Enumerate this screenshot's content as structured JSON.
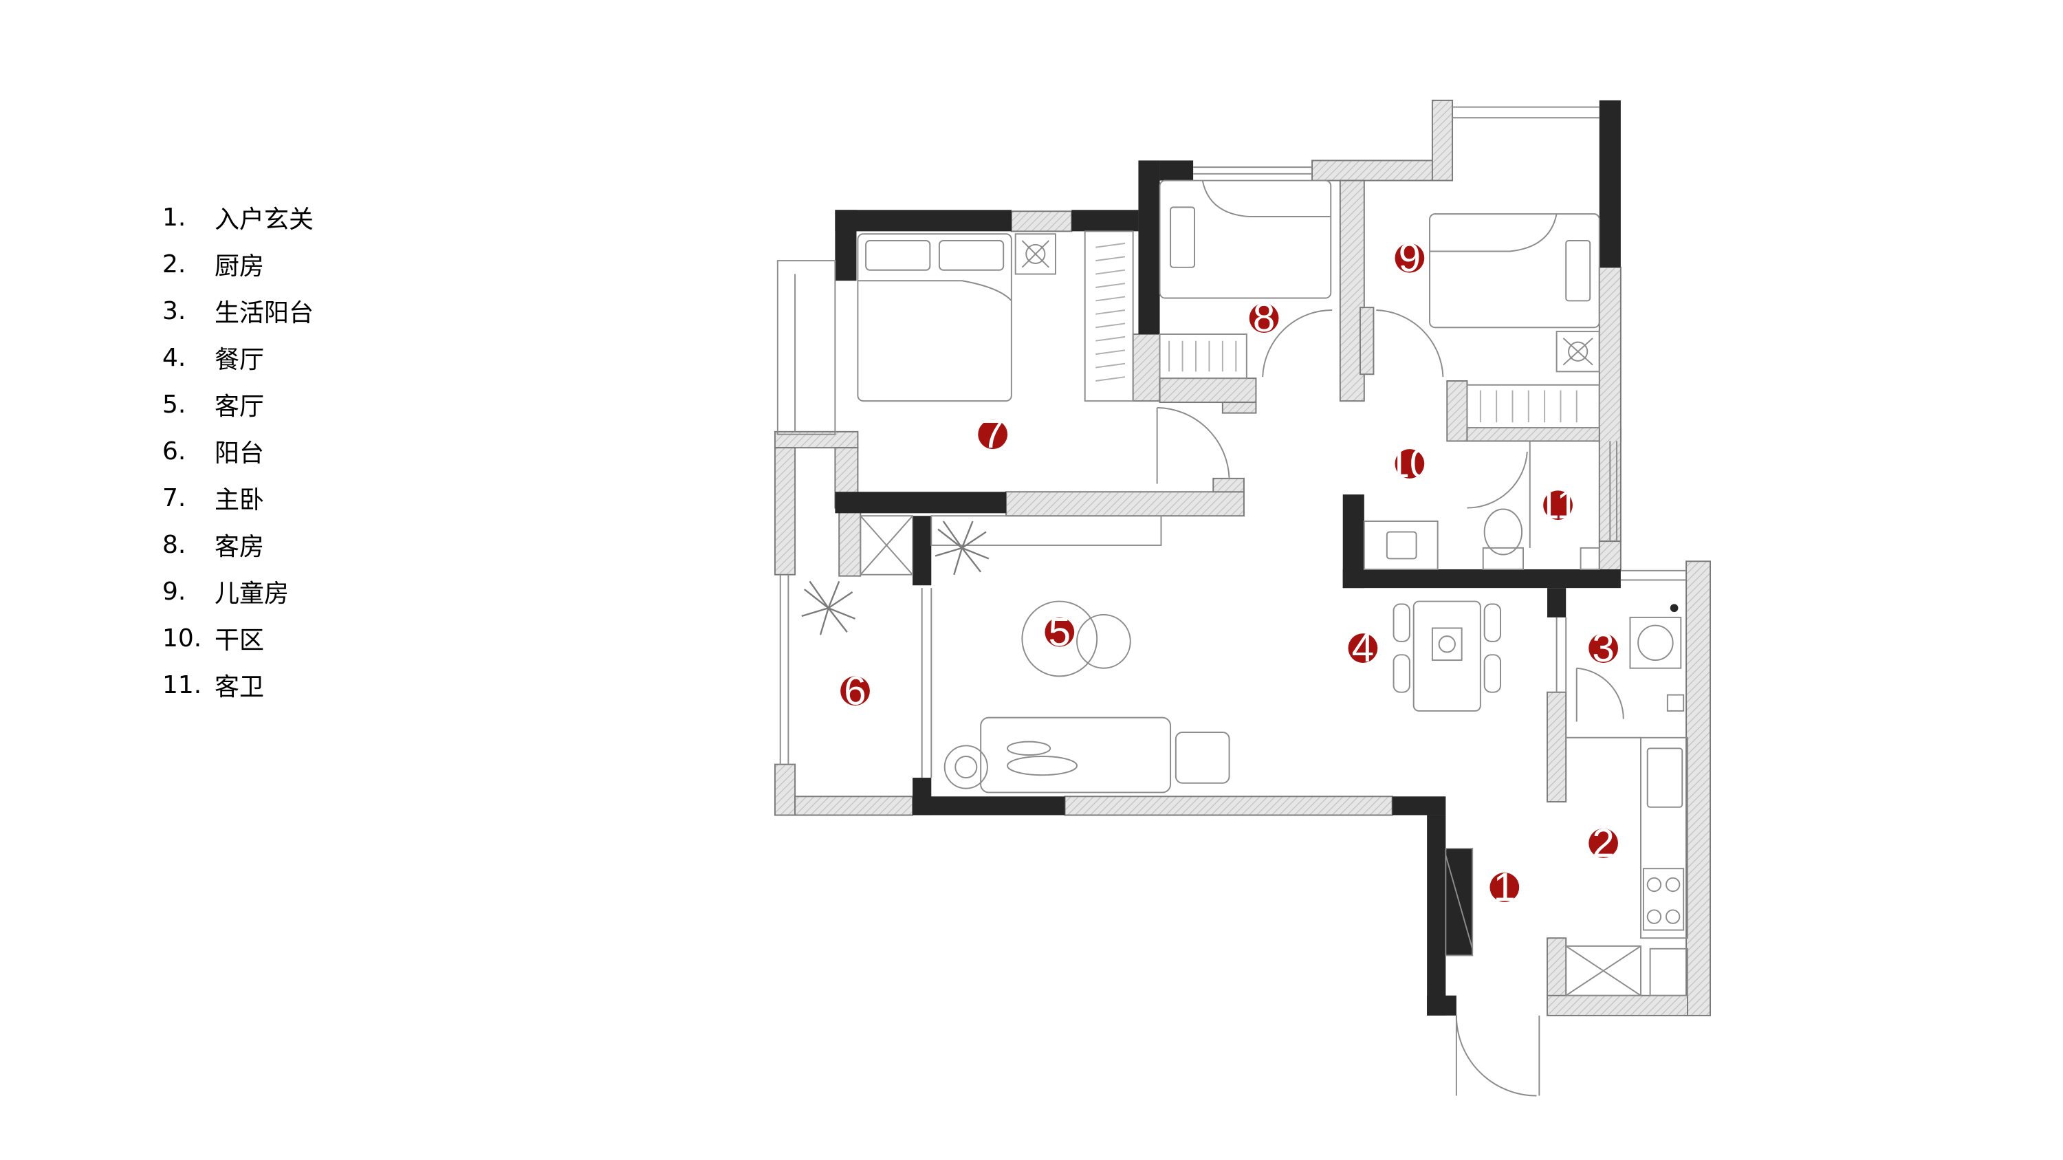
{
  "legend": {
    "items": [
      {
        "num": "1.",
        "label": "入户玄关"
      },
      {
        "num": "2.",
        "label": "厨房"
      },
      {
        "num": "3.",
        "label": "生活阳台"
      },
      {
        "num": "4.",
        "label": "餐厅"
      },
      {
        "num": "5.",
        "label": "客厅"
      },
      {
        "num": "6.",
        "label": "阳台"
      },
      {
        "num": "7.",
        "label": "主卧"
      },
      {
        "num": "8.",
        "label": "客房"
      },
      {
        "num": "9.",
        "label": "儿童房"
      },
      {
        "num": "10.",
        "label": "干区"
      },
      {
        "num": "11.",
        "label": "客卫"
      }
    ]
  },
  "markers": [
    "1",
    "2",
    "3",
    "4",
    "5",
    "6",
    "7",
    "8",
    "9",
    "10",
    "11"
  ],
  "colors": {
    "marker": "#a5110f",
    "wall_dark": "#262626",
    "wall_light": "#d9d9d9",
    "line": "#8c8c8c"
  }
}
